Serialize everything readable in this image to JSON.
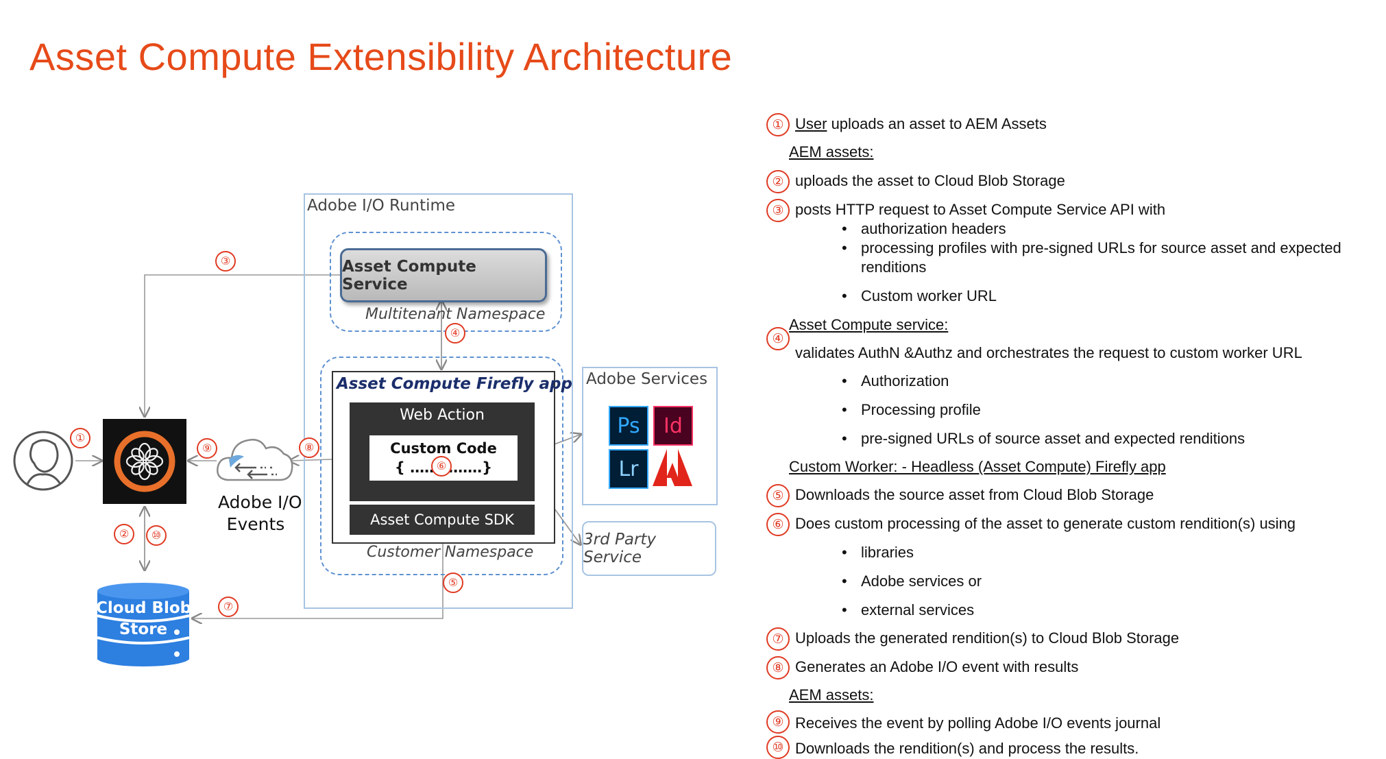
{
  "title": "Asset Compute Extensibility Architecture",
  "diagram": {
    "runtime_label": "Adobe I/O Runtime",
    "acs_button": "Asset Compute Service",
    "multitenant_ns": "Multitenant Namespace",
    "firefly_app": "Asset Compute Firefly app",
    "web_action": "Web Action",
    "custom_code_line1": "Custom Code",
    "custom_code_line2": "{ ……………}",
    "sdk": "Asset Compute SDK",
    "customer_ns": "Customer Namespace",
    "adobe_services": "Adobe Services",
    "ps": "Ps",
    "id": "Id",
    "lr": "Lr",
    "third_party": "3rd Party Service",
    "events_line1": "Adobe I/O",
    "events_line2": "Events",
    "blob_line1": "Cloud Blob",
    "blob_line2": "Store",
    "markers": {
      "m1": "①",
      "m2": "②",
      "m3": "③",
      "m4": "④",
      "m5": "⑤",
      "m6": "⑥",
      "m7": "⑦",
      "m8": "⑧",
      "m9": "⑨",
      "m10": "⑩"
    }
  },
  "steps": {
    "s1_num": "①",
    "s1_user": "User",
    "s1_text": " uploads an asset to AEM Assets",
    "aem1": "AEM assets:",
    "s2_num": "②",
    "s2_text": "uploads the asset to Cloud Blob Storage",
    "s3_num": "③",
    "s3_text": "posts HTTP request to Asset Compute Service API with",
    "s3_b1": "authorization headers",
    "s3_b2a": "processing profiles with pre-signed URLs for source asset and expected",
    "s3_b2b": "renditions",
    "s3_b3": "Custom worker URL",
    "acs_heading": "Asset Compute service:",
    "s4_num": "④",
    "s4_text": "validates AuthN &Authz and orchestrates the request to custom worker URL",
    "s4_b1": "Authorization",
    "s4_b2": "Processing profile",
    "s4_b3": "pre-signed URLs of source asset and expected renditions",
    "worker_heading": "Custom Worker: -  Headless (Asset Compute) Firefly app",
    "s5_num": "⑤",
    "s5_text": "Downloads the source asset from Cloud Blob Storage",
    "s6_num": "⑥",
    "s6_text": "Does custom processing of the asset to  generate custom rendition(s) using",
    "s6_b1": "libraries",
    "s6_b2": "Adobe services or",
    "s6_b3": "external services",
    "s7_num": "⑦",
    "s7_text": "Uploads the generated rendition(s) to Cloud Blob Storage",
    "s8_num": "⑧",
    "s8_text": "Generates an Adobe I/O event with results",
    "aem2": "AEM assets:",
    "s9_num": "⑨",
    "s9_text": "Receives the event by polling  Adobe I/O events journal",
    "s10_num": "⑩",
    "s10_text": "Downloads the rendition(s) and process the results."
  },
  "colors": {
    "accent": "#e64a19",
    "marker": "#e03a22",
    "ps": "#31a8ff",
    "id": "#ff3366",
    "adobe_red": "#e1251b",
    "blob": "#2d7fe0"
  }
}
